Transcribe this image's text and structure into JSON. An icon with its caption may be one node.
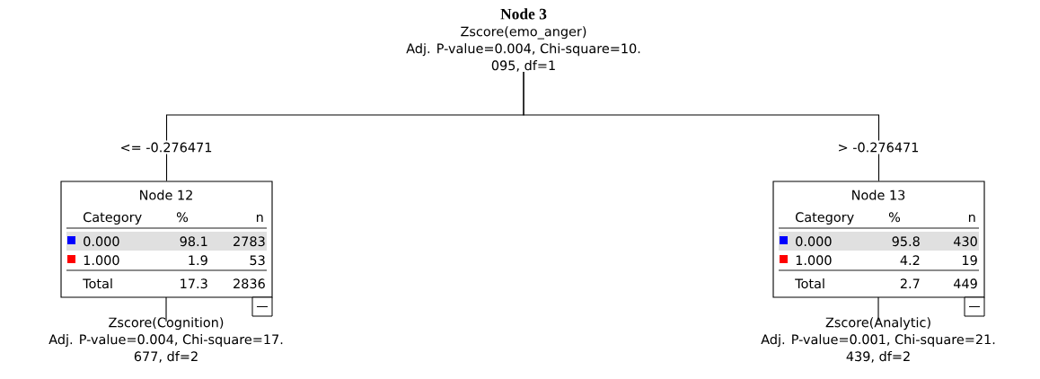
{
  "diagram": {
    "nodes": [
      {
        "text": [
          "Node 3",
          "Zscore(emo_anger)",
          "Adj. P-value=0.004, Chi-square=10.",
          "095, df=1"
        ]
      },
      {
        "text": [
          "Node 12",
          "Category",
          "%",
          "n",
          "0.000",
          "98.1",
          "2783",
          "1.000",
          "1.9",
          "53",
          "Total",
          "17.3",
          "2836"
        ],
        "beside": [
          "Zscore(Cognition)",
          "Adj. P-value=0.004, Chi-square=17.",
          "677, df=2"
        ]
      },
      {
        "text": [
          "Node 13",
          "Category",
          "%",
          "n",
          "0.000",
          "95.8",
          "430",
          "1.000",
          "4.2",
          "19",
          "Total",
          "2.7",
          "449"
        ],
        "beside": [
          "Zscore(Analytic)",
          "Adj. P-value=0.001, Chi-square=21.",
          "439, df=2"
        ]
      }
    ],
    "edges": [
      {
        "from": 0,
        "to": 1,
        "arrow": "none",
        "label": "<= -0.276471"
      },
      {
        "from": 0,
        "to": 2,
        "arrow": "none",
        "label": "> -0.276471"
      }
    ]
  }
}
